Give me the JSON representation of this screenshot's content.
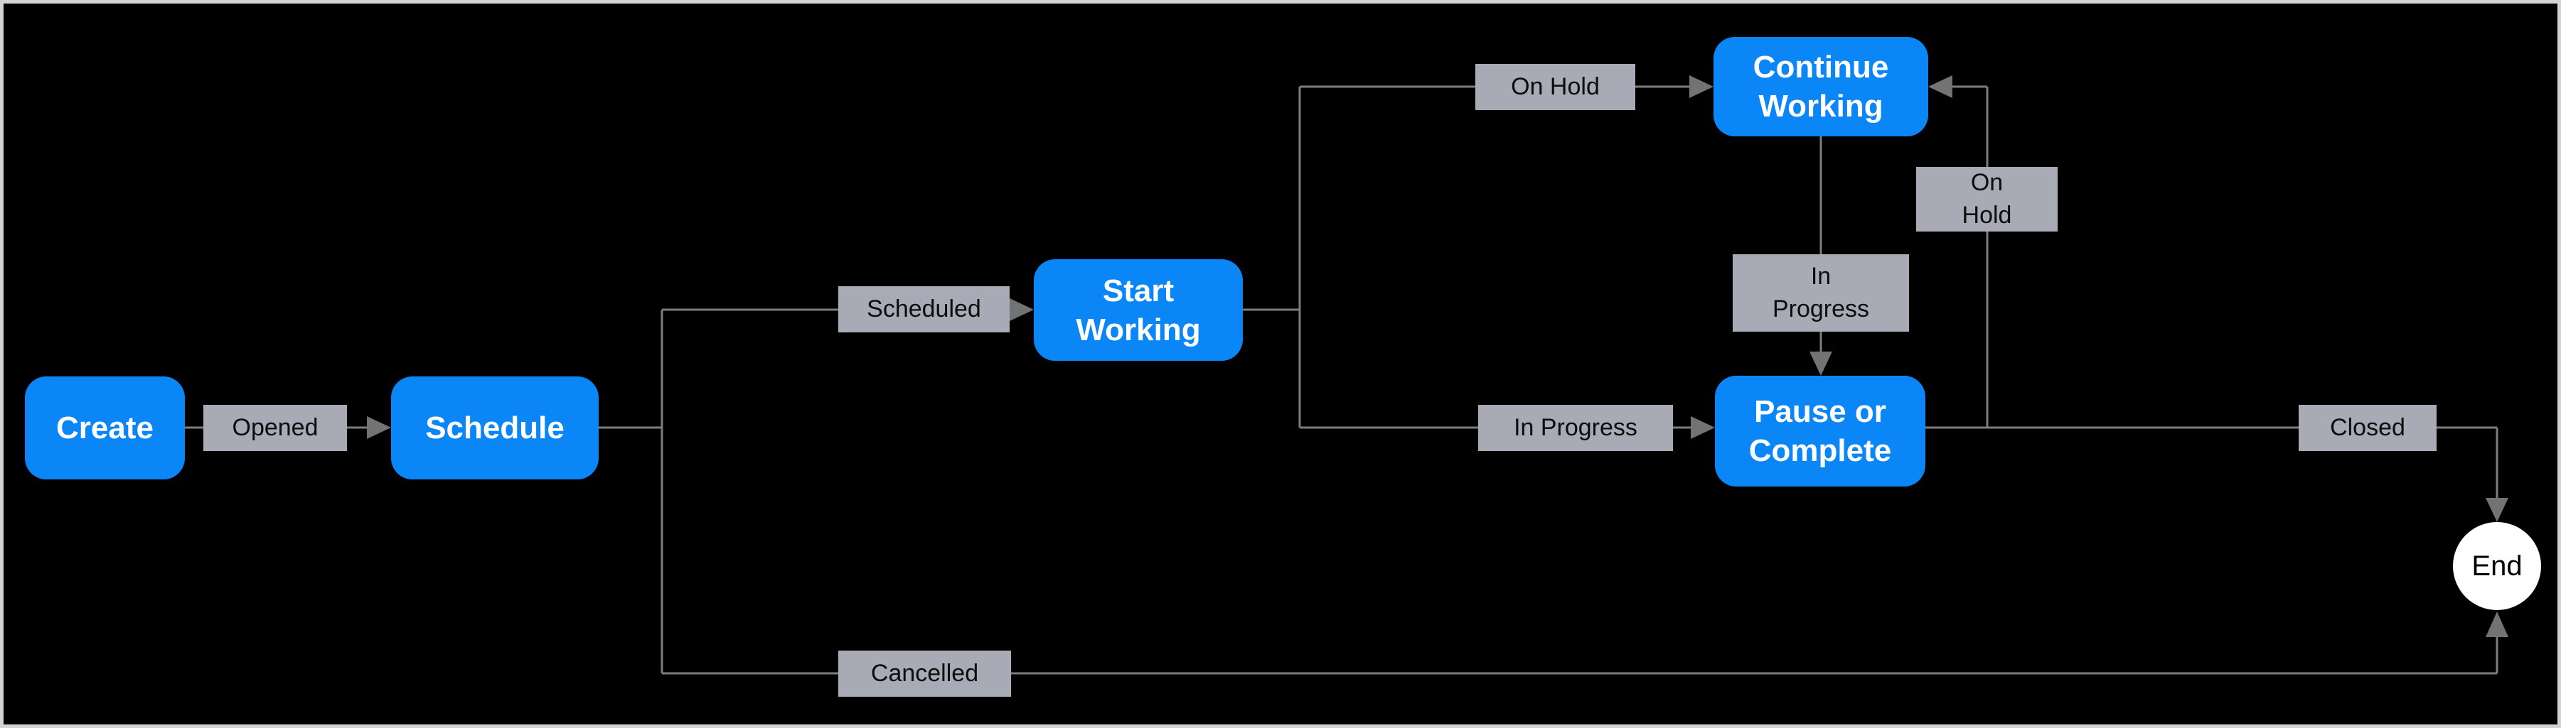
{
  "diagram_type": "state-flow-diagram",
  "colors": {
    "canvas_bg": "#000000",
    "canvas_border": "#d3d3d3",
    "node_bg": "#0a86f7",
    "node_text": "#ffffff",
    "label_bg": "#a8aab5",
    "label_text": "#0d0d0d",
    "line": "#7d7d7f",
    "arrow": "#717375",
    "end_bg": "#ffffff",
    "end_text": "#000000"
  },
  "nodes": [
    {
      "id": "create",
      "label": "Create",
      "shape": "rounded-rectangle"
    },
    {
      "id": "schedule",
      "label": "Schedule",
      "shape": "rounded-rectangle"
    },
    {
      "id": "start-working",
      "label": "Start Working",
      "shape": "rounded-rectangle"
    },
    {
      "id": "continue-working",
      "label": "Continue Working",
      "shape": "rounded-rectangle"
    },
    {
      "id": "pause-or-complete",
      "label": "Pause or Complete",
      "shape": "rounded-rectangle"
    },
    {
      "id": "end",
      "label": "End",
      "shape": "circle"
    }
  ],
  "edges": [
    {
      "from": "Create",
      "to": "Schedule",
      "label": "Opened"
    },
    {
      "from": "Schedule",
      "to": "Start Working",
      "label": "Scheduled"
    },
    {
      "from": "Start Working",
      "to": "Continue Working",
      "label": "On Hold"
    },
    {
      "from": "Start Working",
      "to": "Pause or Complete",
      "label": "In Progress"
    },
    {
      "from": "Continue Working",
      "to": "Pause or Complete",
      "label": "In Progress"
    },
    {
      "from": "Pause or Complete",
      "to": "Continue Working",
      "label": "On Hold"
    },
    {
      "from": "Pause or Complete",
      "to": "End",
      "label": "Closed"
    },
    {
      "from": "Schedule",
      "to": "End",
      "label": "Cancelled"
    }
  ]
}
